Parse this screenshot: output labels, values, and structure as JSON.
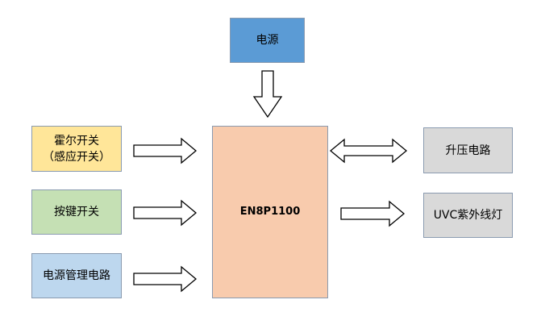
{
  "colors": {
    "blue": "#5b9bd5",
    "yellow": "#ffe699",
    "green": "#c5e0b4",
    "light_blue": "#bdd7ee",
    "peach": "#f8cbad",
    "gray": "#d9d9d9",
    "arrow_stroke": "#000000"
  },
  "boxes": {
    "power": "电源",
    "hall_switch": "霍尔开关\n（感应开关）",
    "key_switch": "按键开关",
    "power_management": "电源管理电路",
    "mcu": "EN8P1100",
    "boost_circuit": "升压电路",
    "uvc_lamp": "UVC紫外线灯"
  }
}
